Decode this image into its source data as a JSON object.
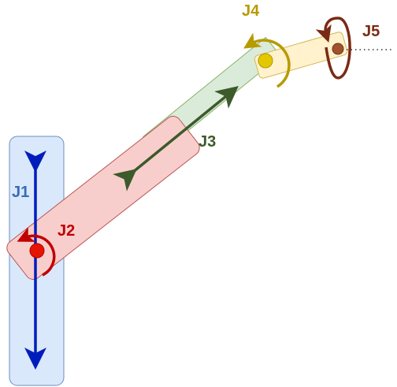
{
  "diagram": {
    "joints": [
      {
        "id": "j1",
        "label": "J1",
        "color": "#3a6bb5",
        "motion": "linear"
      },
      {
        "id": "j2",
        "label": "J2",
        "color": "#c00000",
        "motion": "rotary"
      },
      {
        "id": "j3",
        "label": "J3",
        "color": "#3d5a2a",
        "motion": "linear"
      },
      {
        "id": "j4",
        "label": "J4",
        "color": "#b89a00",
        "motion": "rotary"
      },
      {
        "id": "j5",
        "label": "J5",
        "color": "#7a2a14",
        "motion": "rotary"
      }
    ],
    "colors": {
      "base_fill": "#dae8fc",
      "base_stroke": "#6c8ebf",
      "arm_fill": "#f8cecc",
      "arm_stroke": "#b85450",
      "forearm_fill": "#d5e8d4",
      "forearm_stroke": "#82b366",
      "wrist_fill": "#fff2cc",
      "wrist_stroke": "#d6b656",
      "j1_arrow": "#001dbc",
      "j2_dot": "#e51400",
      "j4_dot": "#e3c800",
      "j5_dot": "#a0522d"
    }
  }
}
